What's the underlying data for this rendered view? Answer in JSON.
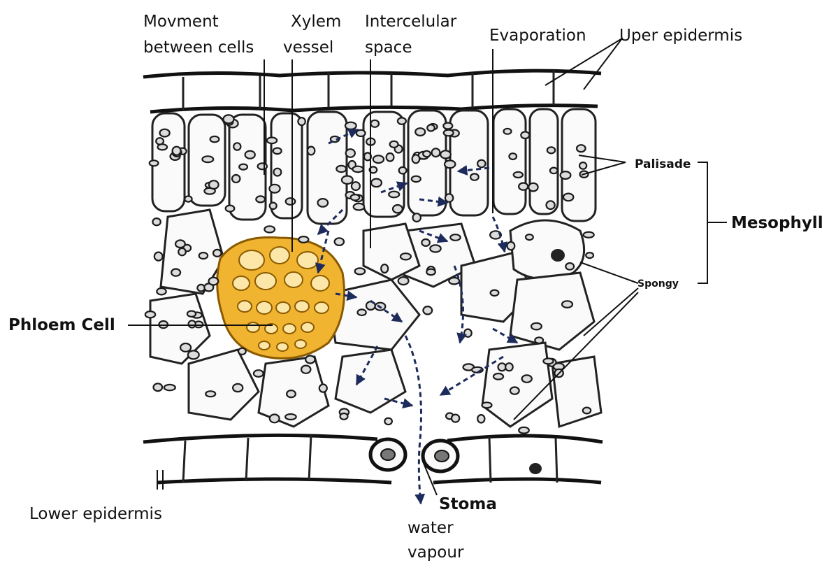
{
  "labels": {
    "movement": [
      "Movment",
      "between cells"
    ],
    "xylem": [
      "Xylem",
      "vessel"
    ],
    "intercellular": [
      "Intercelular",
      "space"
    ],
    "evaporation": "Evaporation",
    "upper_epidermis": "Uper epidermis",
    "palisade": "Palisade",
    "mesophyll": "Mesophyll",
    "spongy": "Spongy",
    "phloem": "Phloem Cell",
    "lower_epidermis": "Lower epidermis",
    "stoma": "Stoma",
    "water_vapour": [
      "water",
      "vapour"
    ]
  },
  "colors": {
    "vascular_bundle": "#f0b431",
    "vascular_bundle_light": "#fde7a8",
    "flow_arrows": "#1d2b5c",
    "cell_walls": "#111111"
  }
}
